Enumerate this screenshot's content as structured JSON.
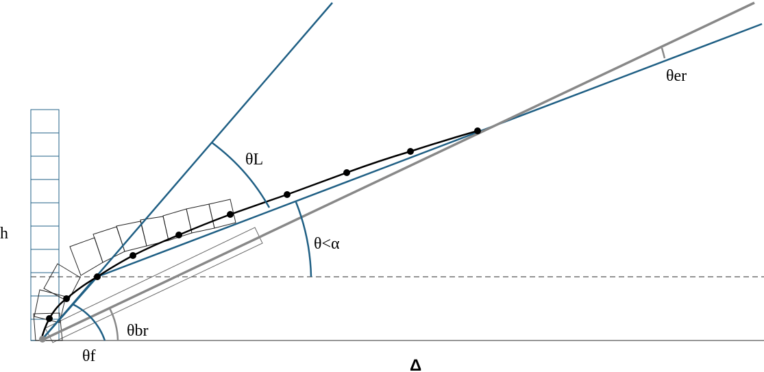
{
  "labels": {
    "h": "h",
    "delta": "Δ",
    "theta_f": "θf",
    "theta_br": "θbr",
    "theta_L": "θL",
    "theta_lt_alpha": "θ<α",
    "theta_er": "θer"
  },
  "colors": {
    "blue": "#1f5f84",
    "gray": "#888888",
    "black": "#000000",
    "dashed": "#555555"
  }
}
